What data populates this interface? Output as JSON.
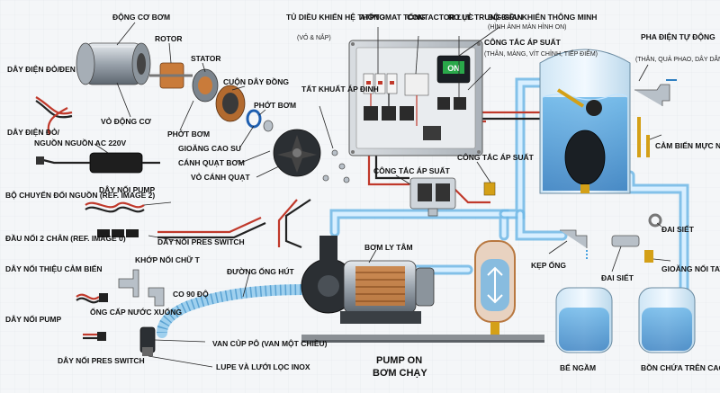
{
  "labels": {
    "motor": "ĐỘNG CƠ BƠM",
    "rotor": "ROTOR",
    "stator": "STATOR",
    "copper_coil": "CUỘN DÂY ĐỒNG",
    "wire_red_black": "DÂY ĐIỆN ĐỎ/ĐEN",
    "motor_housing": "VỎ ĐỘNG CƠ",
    "wire_red": "DÂY ĐIỆN ĐỎ/",
    "pump_seal": "PHỚT BƠM",
    "pump_seal_2": "PHỚT BƠM",
    "bolt": "TẤT KHUẤT ÁP ĐINH",
    "power_source": "NGUỒN NGUỒN AC 220V",
    "rubber_gasket": "GIOĂNG CAO SU",
    "impeller": "CÁNH QUẠT BƠM",
    "impeller_cover": "VỎ CÁNH QUẠT",
    "wire_pump": "DÂY NỐI PUMP",
    "adapter": "BỘ CHUYỂN ĐỔI NGUỒN (REF. IMAGE 2)",
    "pres_switch_wire": "DÂY NỐI PRES SWITCH",
    "two_pin": "ĐẦU NỐI 2 CHÂN (REF. IMAGE 0)",
    "tee": "KHỚP NỐI CHỮ T",
    "sensor_wire": "DÂY NỐI THIỆU CẢM BIẾN",
    "elbow": "CO 90 ĐỘ",
    "water_pipe": "ỐNG CẤP NƯỚC XUỐNG",
    "pump_wire_2": "DÂY NỐI PUMP",
    "pres_switch_wire_2": "DÂY NỐI PRES SWITCH",
    "suction_line": "ĐƯỜNG ỐNG HÚT",
    "check_valve": "VAN CỦP PÔ (VAN MỘT CHIỀU)",
    "strainer": "LUPE VÀ LƯỚI LỌC INOX",
    "panel": "TỦ DIỀU KHIỂN HỆ THỐNG",
    "panel_sub": "(VỎ & NẮP)",
    "breaker": "ATPTOMAT TỔNG",
    "contactor": "CONTACTOR LỰC",
    "relay": "RƠ LẺ TRUNG GIAN",
    "controller": "BỘ ĐIỀU KHIỂN THÔNG MINH",
    "controller_sub": "(HÌNH ẢNH MÀN HÌNH ON)",
    "pressure_switch_top": "CÔNG TẮC ÁP SUẤT",
    "pressure_switch_sub": "(THÂN, MÀNG, VÍT CHỈNH, TIẾP ĐIỂM)",
    "pressure_switch_2": "CÔNG TẮC ÁP SUẤT",
    "pressure_switch_3": "CÔNG TẮC ÁP SUẤT",
    "auto_float": "PHA ĐIỆN TỰ ĐỘNG",
    "auto_float_sub": "(THÂN, QUẢ PHAO, DÂY DẪN)",
    "level_sensor": "CẢM BIẾN MỰC NƯỚC ĐIỆN TỬ (CAO/THẤP)",
    "centrifugal_pump": "BƠM LY TÂM",
    "clamp": "KẸP ỐNG",
    "hose_clamp": "ĐAI SIẾT",
    "hose_clamp_2": "ĐAI SIẾT",
    "gasket_handle": "GIOĂNG NỐI TAY VỊN",
    "pump_on": "PUMP ON",
    "pump_running": "BƠM CHẠY",
    "ground_tank": "BỂ NGẦM",
    "roof_tank": "BỒN CHỨA TRÊN CAO",
    "on_display": "ON"
  }
}
